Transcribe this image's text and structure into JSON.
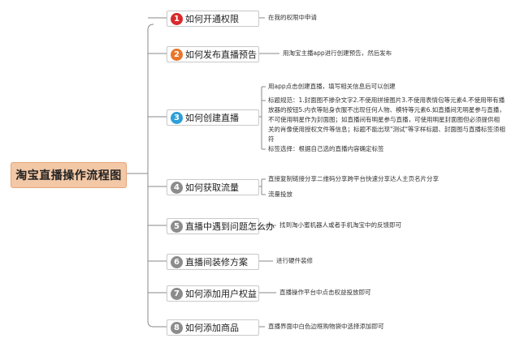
{
  "root": {
    "label": "淘宝直播操作流程图"
  },
  "branches": [
    {
      "num": "1",
      "label": "如何开通权限",
      "color": "#d9292c",
      "details": [
        "在我的权限中申请"
      ]
    },
    {
      "num": "2",
      "label": "如何发布直播预告",
      "color": "#e8752a",
      "details": [
        "用淘宝主播app进行创建预告，然后发布"
      ]
    },
    {
      "num": "3",
      "label": "如何创建直播",
      "color": "#2d9fd8",
      "details": [
        "用app点击创建直播，填写相关信息后可以创建",
        "标题规范：1.封面图不掺杂文字2.不使用拼接图片3.不使用表情包等元素4.不使用带有播放器的按钮5.内衣等贴身衣服不出现任何人物、模特等元素6.如直播间无明星参与直播，不可使用明星作为封面图；如直播间有明星参与直播，可使用明星封面图但必须提供相关的肖像使用授权文件等信息；标题不能出现\"测试\"等字样标题、封面图与直播标签须相符",
        "标签选择：根据自己选的直播内容确定标签"
      ]
    },
    {
      "num": "4",
      "label": "如何获取流量",
      "color": "#8c8c8c",
      "details": [
        "直接复制链接分享二维码分享跨平台快速分享达人主页名片分享",
        "流量投放"
      ]
    },
    {
      "num": "5",
      "label": "直播中遇到问题怎么办",
      "color": "#8c8c8c",
      "details": [
        "找到淘小蜜机器人或者手机淘宝中的反馈即可"
      ]
    },
    {
      "num": "6",
      "label": "直播间装修方案",
      "color": "#8c8c8c",
      "details": [
        "进行硬件装修"
      ]
    },
    {
      "num": "7",
      "label": "如何添加用户权益",
      "color": "#8c8c8c",
      "details": [
        "直播操作平台中点击权益投放即可"
      ]
    },
    {
      "num": "8",
      "label": "如何添加商品",
      "color": "#8c8c8c",
      "details": [
        "直播界面中白色边框购物袋中选择添加即可"
      ]
    }
  ]
}
